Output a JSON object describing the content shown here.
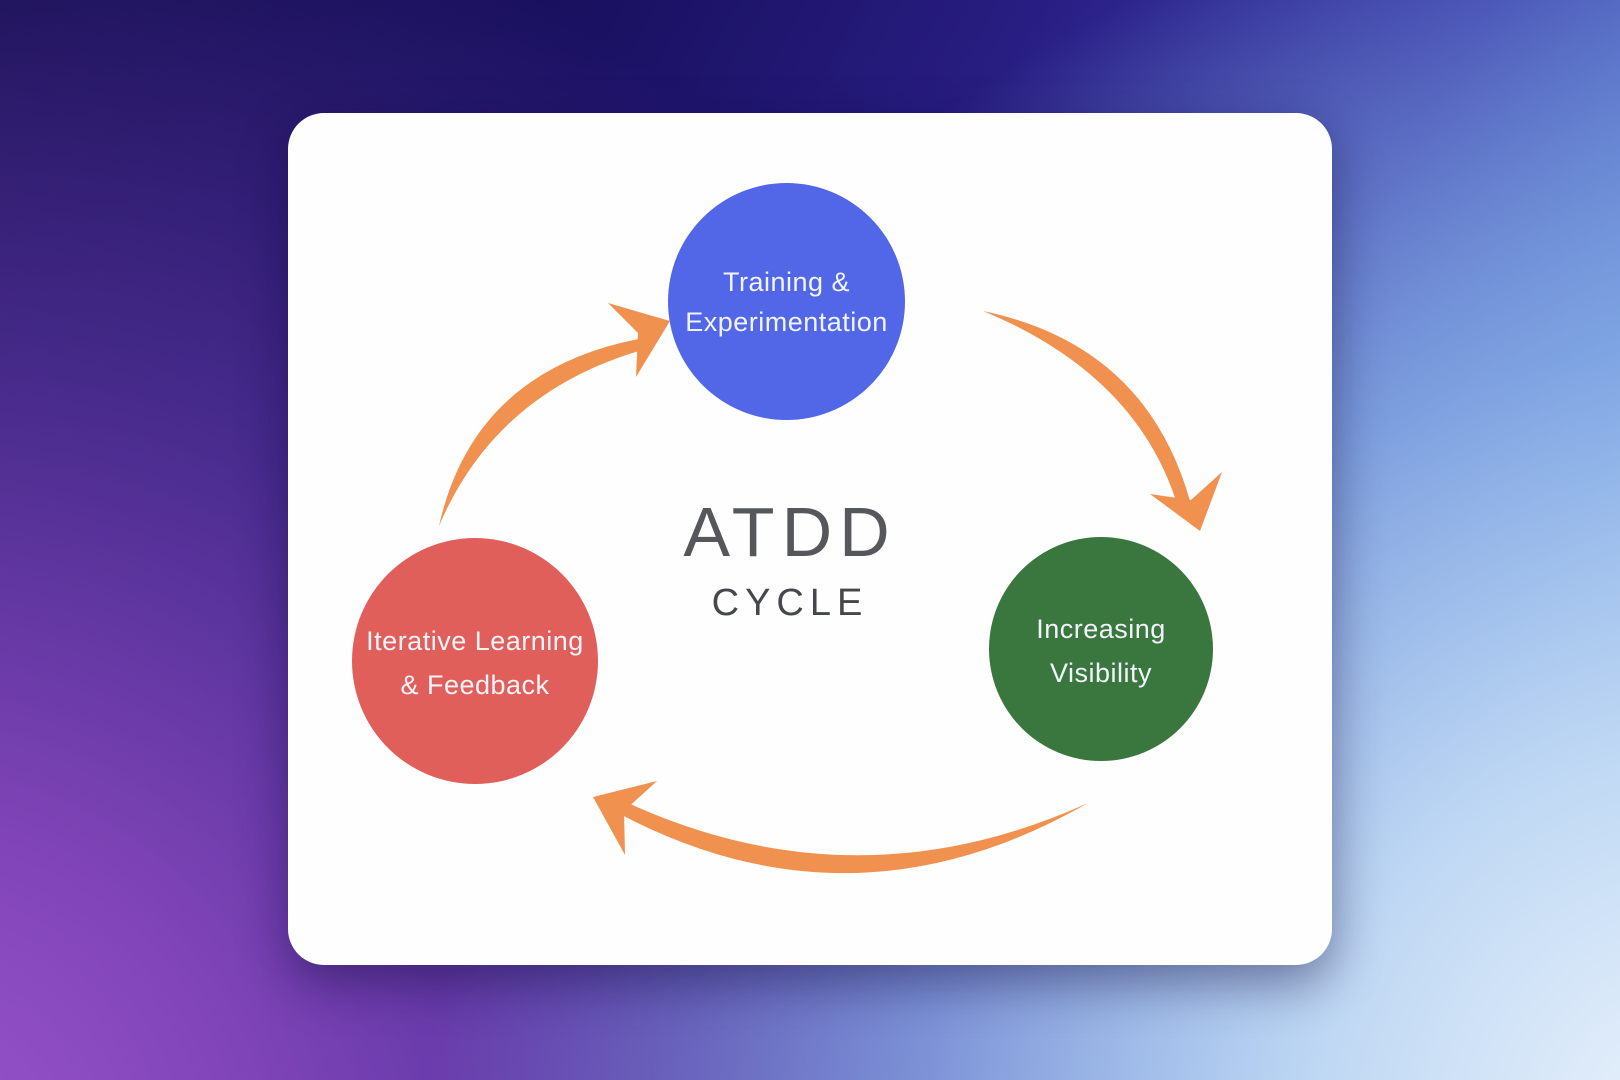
{
  "background": {
    "top_left": "#130d4e",
    "top_right": "#2a2086",
    "left_middle": "#3b2a9a",
    "bottom_left": "#8b4bbb",
    "mid_right": "#4a74d0",
    "bottom_right": "#d9e8f9"
  },
  "card": {
    "background": "#fefefe"
  },
  "title": {
    "text": "ATDD",
    "subtext": "CYCLE",
    "text_color": "#56575b",
    "subtext_color": "#46474b"
  },
  "nodes": {
    "training": {
      "line1": "Training &",
      "line2": "Experimentation",
      "color": "#5267e7",
      "text_color": "#f2f4fb"
    },
    "visibility": {
      "line1": "Increasing",
      "line2": "Visibility",
      "color": "#3a773e",
      "text_color": "#f2f4fb"
    },
    "learning": {
      "line1": "Iterative Learning",
      "line2": "& Feedback",
      "color": "#e05f5a",
      "text_color": "#f2f4fb"
    }
  },
  "arrows": {
    "color": "#f09150",
    "items": [
      {
        "from": "Training & Experimentation",
        "to": "Increasing Visibility"
      },
      {
        "from": "Increasing Visibility",
        "to": "Iterative Learning & Feedback"
      },
      {
        "from": "Iterative Learning & Feedback",
        "to": "Training & Experimentation"
      }
    ]
  }
}
